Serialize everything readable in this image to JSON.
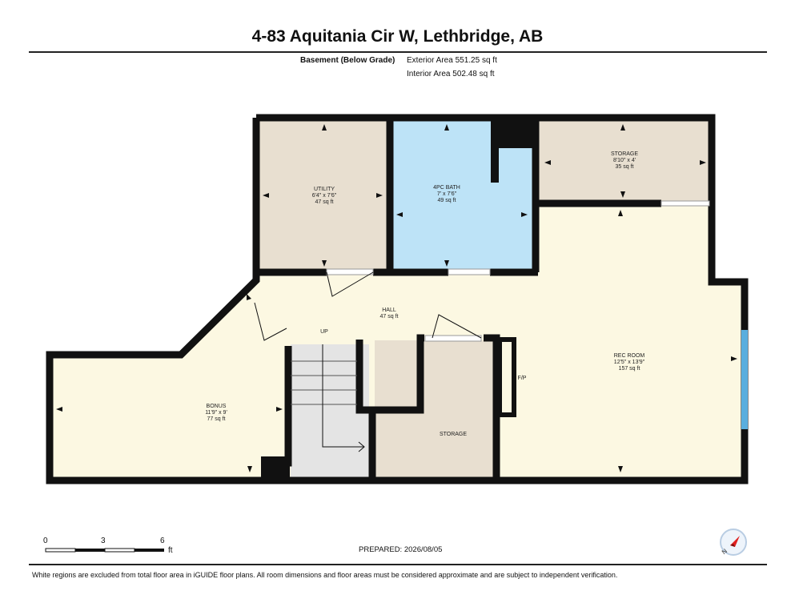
{
  "header": {
    "title": "4-83 Aquitania Cir W, Lethbridge, AB",
    "level_name": "Basement (Below Grade)",
    "exterior_area": "Exterior Area 551.25 sq ft",
    "interior_area": "Interior Area 502.48 sq ft"
  },
  "rooms": {
    "utility": {
      "name": "UTILITY",
      "dims": "6'4\" x 7'6\"",
      "area": "47 sq ft"
    },
    "bath": {
      "name": "4PC BATH",
      "dims": "7' x 7'6\"",
      "area": "49 sq ft"
    },
    "storage_top": {
      "name": "STORAGE",
      "dims": "8'10\" x 4'",
      "area": "35 sq ft"
    },
    "hall": {
      "name": "HALL",
      "area": "47 sq ft"
    },
    "up": "UP",
    "rec_room": {
      "name": "REC ROOM",
      "dims": "12'5\" x 13'9\"",
      "area": "157 sq ft"
    },
    "fireplace": "F/P",
    "bonus": {
      "name": "BONUS",
      "dims": "11'9\" x 9'",
      "area": "77 sq ft"
    },
    "storage_bottom": {
      "name": "STORAGE"
    }
  },
  "scale": {
    "marks": [
      "0",
      "3",
      "6"
    ],
    "unit": "ft"
  },
  "prepared": "PREPARED: 2026/08/05",
  "disclaimer": "White regions are excluded from total floor area in iGUIDE floor plans. All room dimensions and floor areas must be considered approximate and are subject to independent verification.",
  "compass": {
    "icon": "compass-icon",
    "letter": "N"
  },
  "colors": {
    "wall": "#111111",
    "utility_fill": "#e8dfd0",
    "bath_fill": "#bde3f7",
    "living_fill": "#fcf8e2",
    "stairs_fill": "#e4e4e4",
    "window": "#5aaede",
    "compass_arrow": "#e02020"
  }
}
